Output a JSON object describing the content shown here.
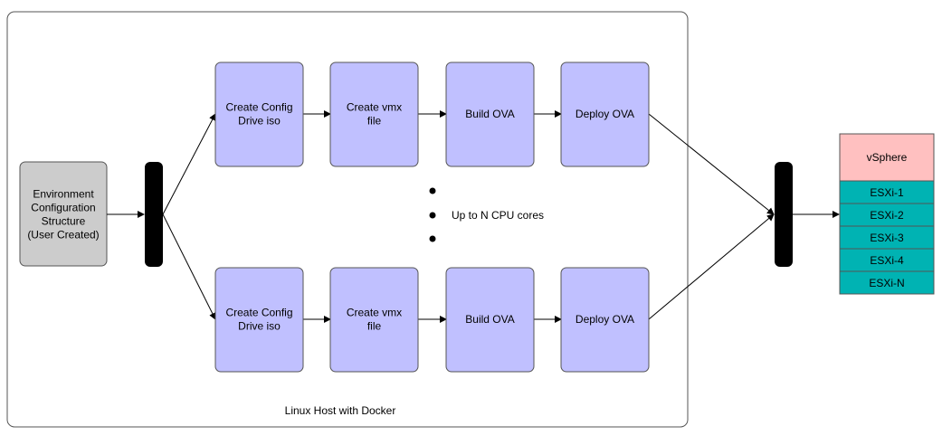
{
  "colors": {
    "host_border": "#555555",
    "step_fill": "#c0c0ff",
    "env_fill": "#cccccc",
    "bar_fill": "#000000",
    "vsphere_fill": "#ffc0c0",
    "esxi_fill": "#00b3b3",
    "dot_fill": "#000000"
  },
  "host": {
    "label": "Linux Host with Docker"
  },
  "env": {
    "lines": [
      "Environment",
      "Configuration",
      "Structure",
      "(User Created)"
    ]
  },
  "pipelines": [
    {
      "steps": [
        {
          "lines": [
            "Create Config",
            "Drive iso"
          ]
        },
        {
          "lines": [
            "Create vmx",
            "file"
          ]
        },
        {
          "lines": [
            "Build OVA"
          ]
        },
        {
          "lines": [
            "Deploy OVA"
          ]
        }
      ]
    },
    {
      "steps": [
        {
          "lines": [
            "Create Config",
            "Drive iso"
          ]
        },
        {
          "lines": [
            "Create vmx",
            "file"
          ]
        },
        {
          "lines": [
            "Build OVA"
          ]
        },
        {
          "lines": [
            "Deploy OVA"
          ]
        }
      ]
    }
  ],
  "parallel_note": {
    "label": "Up to N CPU cores"
  },
  "cluster": {
    "vsphere_label": "vSphere",
    "hosts": [
      "ESXi-1",
      "ESXi-2",
      "ESXi-3",
      "ESXi-4",
      "ESXi-N"
    ]
  }
}
